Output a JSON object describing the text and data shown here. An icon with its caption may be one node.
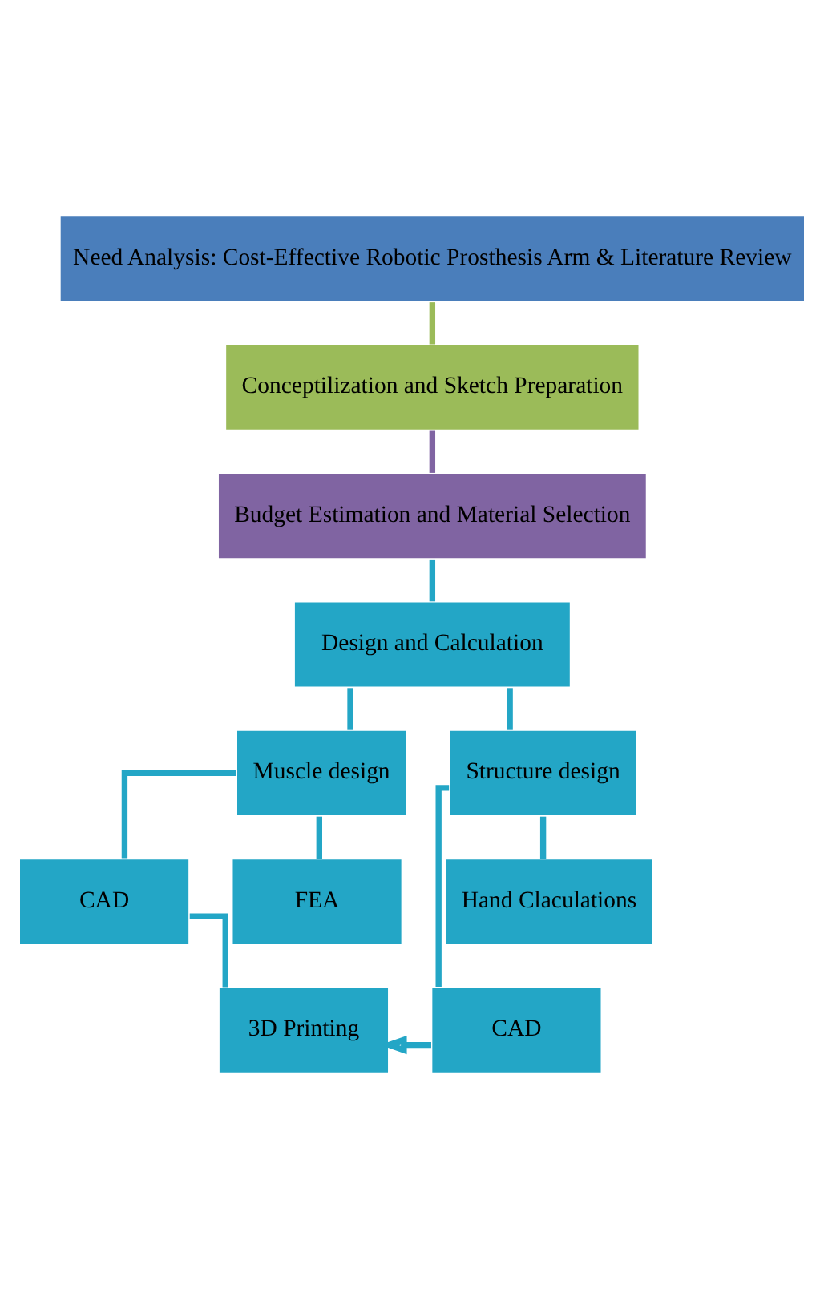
{
  "diagram": {
    "nodes": [
      {
        "text": [
          "Need Analysis: Cost-Effective Robotic Prosthesis Arm & Literature Review"
        ]
      },
      {
        "text": [
          "Conceptilization and Sketch Preparation"
        ]
      },
      {
        "text": [
          "Budget Estimation and Material Selection"
        ]
      },
      {
        "text": [
          "Design and Calculation"
        ]
      },
      {
        "text": [
          "Muscle design"
        ]
      },
      {
        "text": [
          "Structure design"
        ]
      },
      {
        "text": [
          "CAD"
        ]
      },
      {
        "text": [
          "FEA"
        ]
      },
      {
        "text": [
          "Hand Claculations"
        ]
      },
      {
        "text": [
          "3D Printing"
        ]
      },
      {
        "text": [
          "CAD"
        ]
      }
    ],
    "edges": [
      {
        "from": 0,
        "to": 1,
        "arrow": "none",
        "color": "#9bbb59"
      },
      {
        "from": 1,
        "to": 2,
        "arrow": "none",
        "color": "#8064a2"
      },
      {
        "from": 2,
        "to": 3,
        "arrow": "none"
      },
      {
        "from": 3,
        "to": 4,
        "arrow": "none"
      },
      {
        "from": 3,
        "to": 5,
        "arrow": "none"
      },
      {
        "from": 4,
        "to": 6,
        "arrow": "none"
      },
      {
        "from": 4,
        "to": 7,
        "arrow": "none"
      },
      {
        "from": 5,
        "to": 8,
        "arrow": "none"
      },
      {
        "from": 5,
        "to": 10,
        "arrow": "none"
      },
      {
        "from": 6,
        "to": 9,
        "arrow": "none"
      },
      {
        "from": 10,
        "to": 9,
        "arrow": "to"
      }
    ]
  }
}
